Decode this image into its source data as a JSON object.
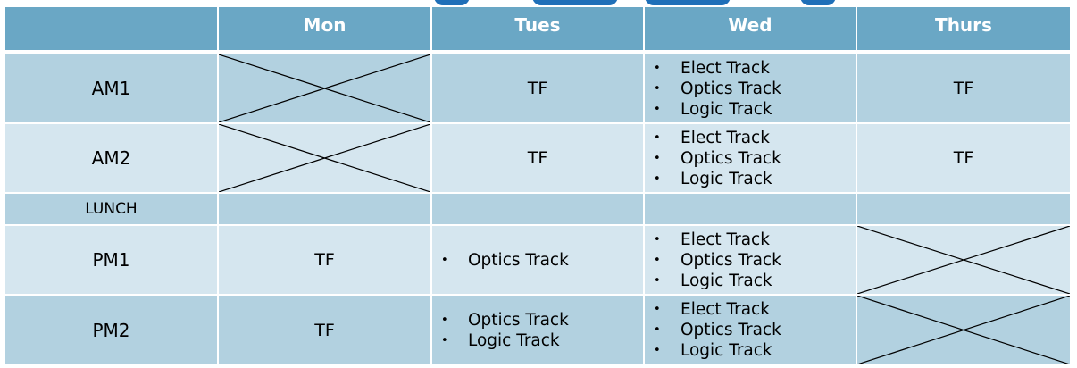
{
  "table": {
    "corner": "",
    "days": [
      "Mon",
      "Tues",
      "Wed",
      "Thurs"
    ],
    "rows": [
      {
        "label": "AM1",
        "cells": [
          {
            "kind": "x"
          },
          {
            "kind": "text",
            "text": "TF"
          },
          {
            "kind": "list",
            "items": [
              "Elect Track",
              "Optics Track",
              "Logic Track"
            ]
          },
          {
            "kind": "text",
            "text": "TF"
          }
        ]
      },
      {
        "label": "AM2",
        "cells": [
          {
            "kind": "x"
          },
          {
            "kind": "text",
            "text": "TF"
          },
          {
            "kind": "list",
            "items": [
              "Elect Track",
              "Optics Track",
              "Logic Track"
            ]
          },
          {
            "kind": "text",
            "text": "TF"
          }
        ]
      },
      {
        "label": "LUNCH",
        "cells": [
          {
            "kind": "empty"
          },
          {
            "kind": "empty"
          },
          {
            "kind": "empty"
          },
          {
            "kind": "empty"
          }
        ]
      },
      {
        "label": "PM1",
        "cells": [
          {
            "kind": "text",
            "text": "TF"
          },
          {
            "kind": "list",
            "items": [
              "Optics Track"
            ]
          },
          {
            "kind": "list",
            "items": [
              "Elect Track",
              "Optics Track",
              "Logic Track"
            ]
          },
          {
            "kind": "x"
          }
        ]
      },
      {
        "label": "PM2",
        "cells": [
          {
            "kind": "text",
            "text": "TF"
          },
          {
            "kind": "list",
            "items": [
              "Optics Track",
              "Logic Track"
            ]
          },
          {
            "kind": "list",
            "items": [
              "Elect Track",
              "Optics Track",
              "Logic Track"
            ]
          },
          {
            "kind": "x"
          }
        ]
      }
    ]
  },
  "colors": {
    "header": "#6aa7c5",
    "row_dark": "#b2d1e0",
    "row_light": "#d5e6ef",
    "title_accent": "#1f6fb8"
  }
}
